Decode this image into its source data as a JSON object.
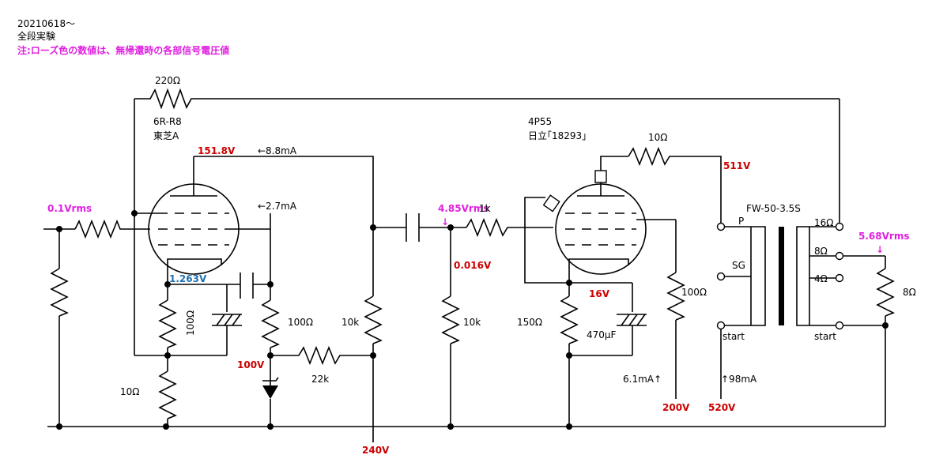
{
  "header": {
    "date": "20210618～",
    "subtitle": "全段実験",
    "note": "注:ローズ色の数値は、無帰還時の各部信号電圧値"
  },
  "tubes": {
    "v1_type": "6R-R8",
    "v1_maker": "東芝A",
    "v2_type": "4P55",
    "v2_maker": "日立｢18293｣"
  },
  "components": {
    "r_feedback": "220Ω",
    "r_input": "",
    "r_v1_cathode": "100Ω",
    "r_v1_fb_cathode": "10Ω",
    "r_v1_screen": "100Ω",
    "r_v1_plate": "10k",
    "r_dropping": "22k",
    "r_grid_leak": "10k",
    "r_v2_grid_stopper": "1k",
    "r_v2_cathode": "150Ω",
    "c_v2_cathode": "470μF",
    "r_v2_plate_stopper": "10Ω",
    "r_v2_screen": "100Ω",
    "transformer": "FW-50-3.5S",
    "r_load": "8Ω"
  },
  "transformer_taps": {
    "p": "P",
    "sg": "SG",
    "start_primary": "start",
    "tap16": "16Ω",
    "tap8": "8Ω",
    "tap4": "4Ω",
    "start_secondary": "start"
  },
  "voltages": {
    "v1_plate": "151.8V",
    "v1_cathode": "1.263V",
    "screen_supply": "100V",
    "b_240": "240V",
    "v2_grid_dc": "0.016V",
    "v2_cathode": "16V",
    "v2_plate": "511V",
    "b_200": "200V",
    "b_520": "520V"
  },
  "currents": {
    "v1_plate": "←8.8mA",
    "v1_screen": "←2.7mA",
    "v2_screen": "6.1mA↑",
    "v2_plate": "↑98mA"
  },
  "signals": {
    "input": "0.1Vrms",
    "v2_grid": "4.85Vrms",
    "output": "5.68Vrms"
  },
  "colors": {
    "dc_voltage": "#cc0000",
    "signal_voltage": "#e020e0",
    "cathode_voltage": "#2070b0"
  }
}
